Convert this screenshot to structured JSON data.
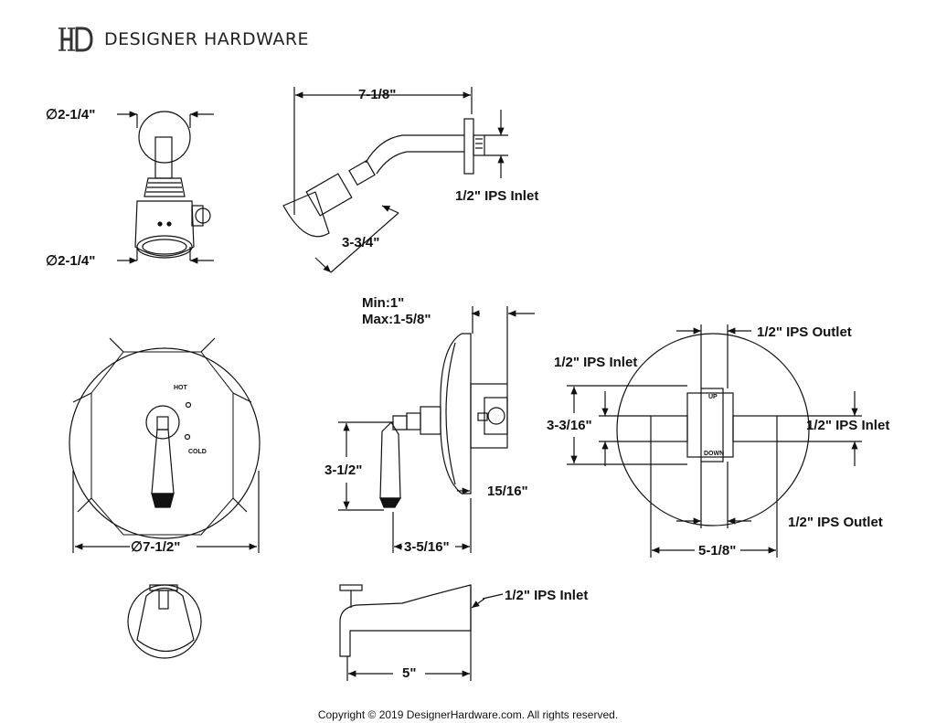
{
  "brand": {
    "name": "DESIGNER HARDWARE",
    "logo_icon": "dh-monogram-icon"
  },
  "showerhead": {
    "top_diameter": "∅2-1/4\"",
    "bottom_diameter": "∅2-1/4\"",
    "arm_length": "7-1/8\"",
    "head_length": "3-3/4\"",
    "inlet": "1/2\" IPS Inlet"
  },
  "valve_trim": {
    "hot": "HOT",
    "cold": "COLD",
    "plate_diameter": "∅7-1/2\""
  },
  "valve_side": {
    "min_max": "Min:1\"\nMax:1-5/8\"",
    "handle_height": "3-1/2\"",
    "cartridge_depth": "15/16\"",
    "handle_depth": "3-5/16\""
  },
  "rough_in": {
    "top_outlet": "1/2\" IPS Outlet",
    "left_inlet": "1/2\" IPS Inlet",
    "right_inlet": "1/2\" IPS Inlet",
    "bottom_outlet": "1/2\" IPS Outlet",
    "height": "3-3/16\"",
    "width": "5-1/8\"",
    "up": "UP",
    "down": "DOWN"
  },
  "tub_spout": {
    "inlet": "1/2\" IPS Inlet",
    "length": "5\""
  },
  "footer": {
    "copyright": "Copyright © 2019 DesignerHardware.com. All rights reserved."
  }
}
